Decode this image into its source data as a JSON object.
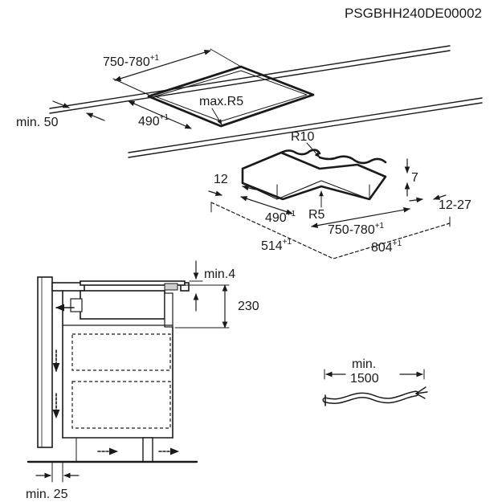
{
  "doc_code": "PSGBHH240DE00002",
  "cutout": {
    "width_label": "750-780",
    "width_tol": "+1",
    "depth_label": "490",
    "depth_tol": "+1",
    "corner_label": "max.R5",
    "edge_min_label": "min. 50"
  },
  "frame": {
    "r10_label": "R10",
    "r5_label": "R5",
    "depth_outer_label": "12",
    "height_label": "7",
    "side_label": "12-27",
    "inner_depth_label": "490",
    "inner_depth_tol": "+1",
    "inner_width_label": "750-780",
    "inner_width_tol": "+1",
    "outer_depth_label": "514",
    "outer_depth_tol": "+1",
    "outer_width_label": "804",
    "outer_width_tol": "+1"
  },
  "section": {
    "top_gap_label": "min.4",
    "height_label": "230",
    "wall_gap_label": "min. 25"
  },
  "cable": {
    "min_label": "min.",
    "length_label": "1500"
  }
}
